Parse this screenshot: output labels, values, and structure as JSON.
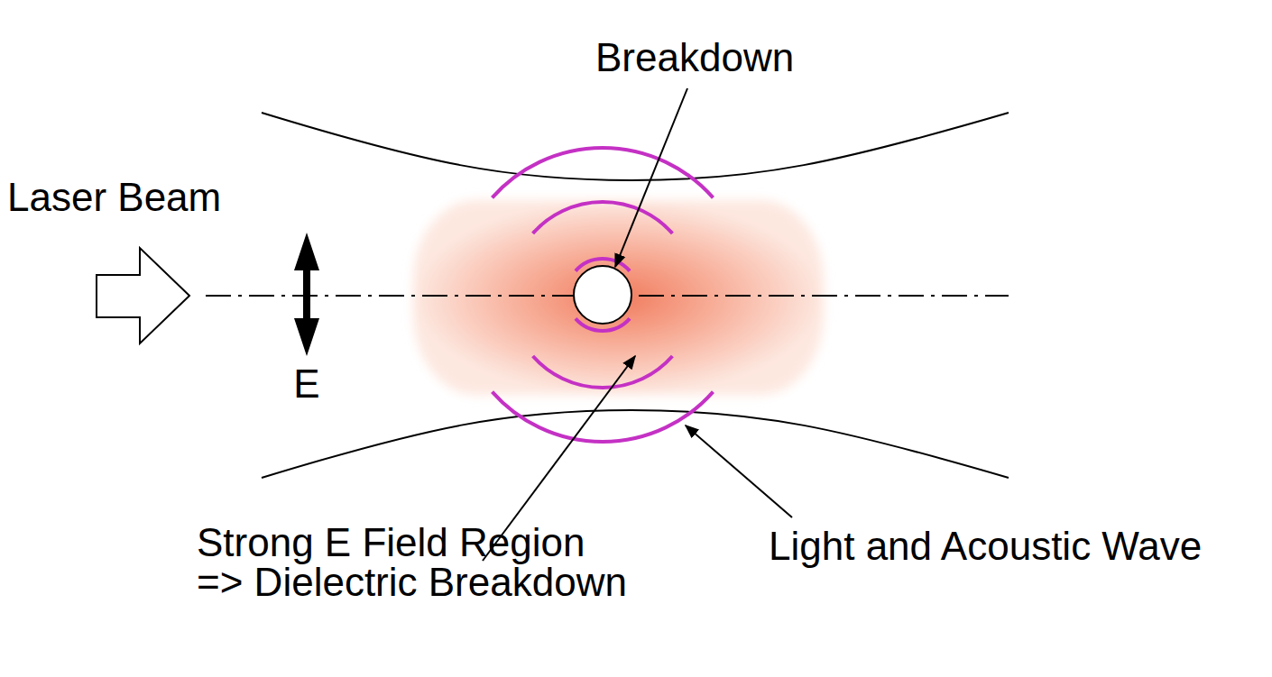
{
  "diagram": {
    "labels": [
      "Laser Beam",
      "E",
      "Breakdown",
      "Light and Acoustic Wave",
      "Strong E Field Region => Dielectric Breakdown"
    ]
  }
}
